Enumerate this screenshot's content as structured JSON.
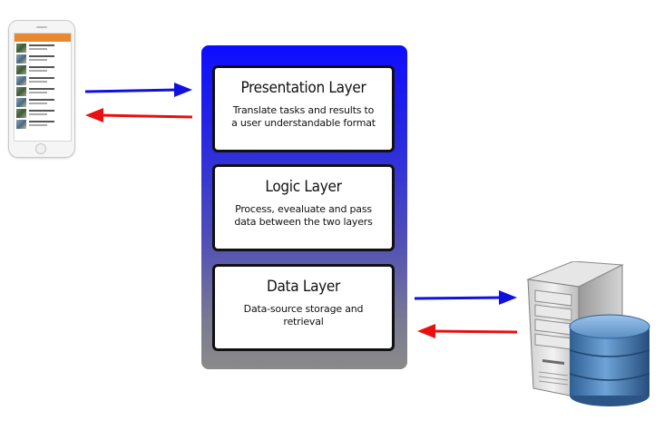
{
  "diagram": {
    "layers": [
      {
        "title": "Presentation Layer",
        "description": "Translate tasks and results to\na user understandable format"
      },
      {
        "title": "Logic Layer",
        "description": "Process, evealuate and pass\ndata between the two layers"
      },
      {
        "title": "Data Layer",
        "description": "Data-source storage and retrieval"
      }
    ],
    "colors": {
      "request_arrow": "#1010e0",
      "response_arrow": "#e81010",
      "stack_top": "#0d0dff",
      "stack_bottom": "#8a8a8a",
      "database": "#4a7fb5"
    },
    "icons": {
      "client": "smartphone-icon",
      "server": "server-tower-icon",
      "database": "database-icon"
    }
  }
}
